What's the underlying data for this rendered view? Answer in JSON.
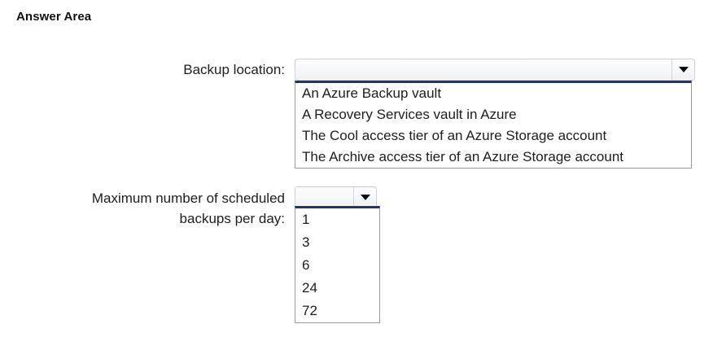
{
  "page": {
    "title": "Answer Area"
  },
  "fields": [
    {
      "key": "backup_location",
      "label": "Backup location:",
      "selected_value": "",
      "arrow_icon": "chevron-down-icon",
      "expanded": true,
      "options": [
        "An Azure Backup vault",
        "A Recovery Services vault in Azure",
        "The Cool access tier of an Azure Storage account",
        "The Archive access tier of an Azure Storage account"
      ]
    },
    {
      "key": "max_backups_per_day",
      "label": "Maximum number of scheduled\nbackups per day:",
      "selected_value": "",
      "arrow_icon": "chevron-down-icon",
      "expanded": true,
      "options": [
        "1",
        "3",
        "6",
        "24",
        "72"
      ]
    }
  ],
  "colors": {
    "background": "#ffffff",
    "text": "#1d1d1d",
    "dropdown_top_border": "#1f3864",
    "dropdown_border": "#9a9a9a",
    "combobox_border": "#c8ccd2",
    "arrow_glyph": "#0d0d0d"
  }
}
